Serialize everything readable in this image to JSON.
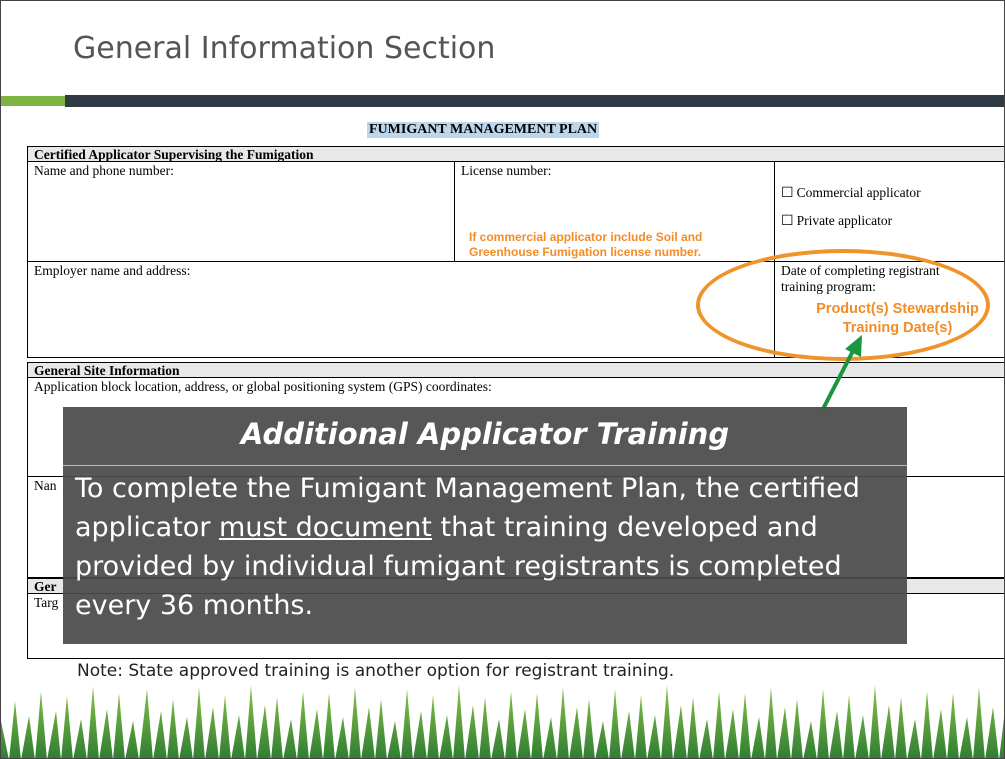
{
  "slide": {
    "title": "General Information Section",
    "note": "Note: State approved training is another option for registrant training."
  },
  "form": {
    "title": "FUMIGANT MANAGEMENT PLAN",
    "section_applicator": "Certified Applicator Supervising the Fumigation",
    "name_phone_label": "Name and phone number:",
    "license_label": "License number:",
    "license_note_line1": "If commercial applicator include Soil and",
    "license_note_line2": "Greenhouse Fumigation license number.",
    "checkbox_commercial": "Commercial applicator",
    "checkbox_private": "Private applicator",
    "employer_label": "Employer name and address:",
    "training_date_label_line1": "Date of completing registrant",
    "training_date_label_line2": "training program:",
    "training_note_line1": "Product(s) Stewardship",
    "training_note_line2": "Training Date(s)",
    "section_site": "General Site Information",
    "app_block_label": "Application block location, address, or global positioning system (GPS) coordinates:",
    "partial_name": "Nan",
    "partial_general": "Ger",
    "partial_target": "Targ"
  },
  "overlay": {
    "title": "Additional Applicator Training",
    "body_before": "To complete the Fumigant Management Plan, the certified applicator ",
    "body_underlined": "must document",
    "body_after": " that training developed and provided by individual fumigant registrants is completed every 36 months."
  },
  "colors": {
    "accent_orange": "#f28c28",
    "arrow_green": "#1a9641",
    "title_highlight": "#bcd6ec",
    "overlay_bg": "#4a4a4a"
  }
}
